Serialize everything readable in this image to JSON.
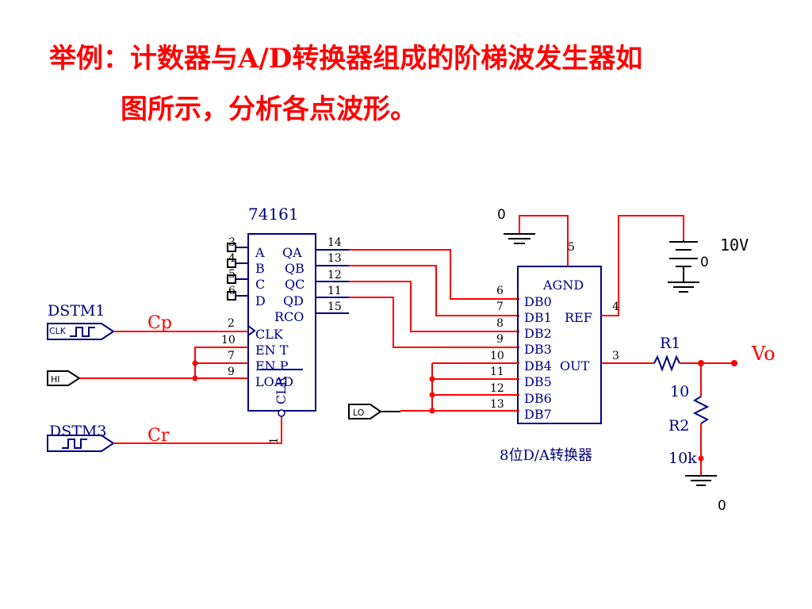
{
  "title": {
    "line1": "举例：计数器与A/D转换器组成的阶梯波发生器如",
    "line2": "图所示，分析各点波形。"
  },
  "counter": {
    "name": "74161",
    "pins_in": [
      "A",
      "B",
      "C",
      "D"
    ],
    "pins_out": [
      "QA",
      "QB",
      "QC",
      "QD"
    ],
    "rco": "RCO",
    "clk": "CLK",
    "ent": "EN T",
    "enp": "EN P",
    "load": "LOAD",
    "clr": "CLR",
    "pin_nums_in": [
      "3",
      "4",
      "5",
      "6"
    ],
    "pin_nums_out": [
      "14",
      "13",
      "12",
      "11",
      "15"
    ],
    "pin_nums_ctrl": [
      "2",
      "10",
      "7",
      "9"
    ],
    "clr_pin": "1"
  },
  "dac": {
    "caption": "8位D/A转换器",
    "agnd": "AGND",
    "db": [
      "DB0",
      "DB1",
      "DB2",
      "DB3",
      "DB4",
      "DB5",
      "DB6",
      "DB7"
    ],
    "ref": "REF",
    "out": "OUT",
    "pin_nums": [
      "6",
      "7",
      "8",
      "9",
      "10",
      "11",
      "12",
      "13"
    ],
    "agnd_pin": "5",
    "ref_pin": "4",
    "out_pin": "3"
  },
  "sources": {
    "dstm1": "DSTM1",
    "clk_tag": "CLK",
    "cp": "Cp",
    "hi": "HI",
    "lo": "LO",
    "dstm3": "DSTM3",
    "cr": "Cr"
  },
  "supply": {
    "voltage": "10V"
  },
  "ground_labels": [
    "0",
    "0",
    "0"
  ],
  "resistors": {
    "r1_name": "R1",
    "r1_value": "10",
    "r2_name": "R2",
    "r2_value": "10k",
    "vo": "Vo"
  },
  "colors": {
    "wire": "#ff0000",
    "component": "#000080",
    "title": "#ff0000"
  }
}
